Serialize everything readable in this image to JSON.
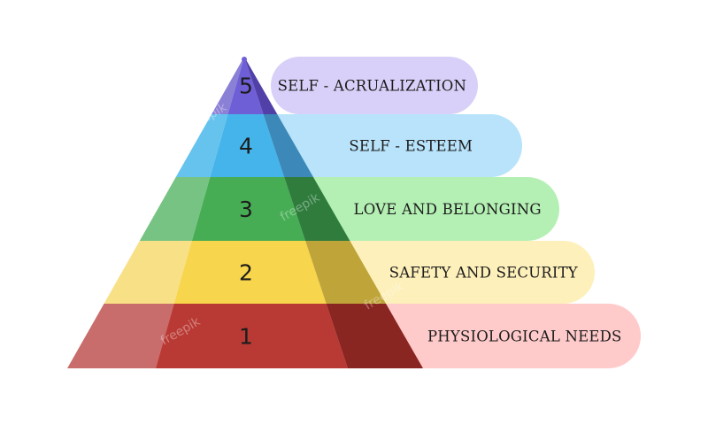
{
  "diagram": {
    "type": "pyramid",
    "levels": [
      {
        "number": "5",
        "label": "SELF - ACRUALIZATION",
        "colors": {
          "left": "#8a80d6",
          "mid": "#6e5fd6",
          "right": "#5140a8",
          "tab": "#d8d0f8"
        }
      },
      {
        "number": "4",
        "label": "SELF - ESTEEM",
        "colors": {
          "left": "#66c3ee",
          "mid": "#45b4ea",
          "right": "#3c88b8",
          "tab": "#b8e3fa"
        }
      },
      {
        "number": "3",
        "label": "LOVE AND BELONGING",
        "colors": {
          "left": "#77c383",
          "mid": "#47ad55",
          "right": "#2f7c3d",
          "tab": "#b4f0b4"
        }
      },
      {
        "number": "2",
        "label": "SAFETY AND SECURITY",
        "colors": {
          "left": "#f8e086",
          "mid": "#f7d54c",
          "right": "#bfa43a",
          "tab": "#fdf0ba"
        }
      },
      {
        "number": "1",
        "label": "PHYSIOLOGICAL NEEDS",
        "colors": {
          "left": "#c96c6c",
          "mid": "#b93a34",
          "right": "#8a2622",
          "tab": "#ffcaca"
        }
      }
    ]
  },
  "watermark": "freepik"
}
